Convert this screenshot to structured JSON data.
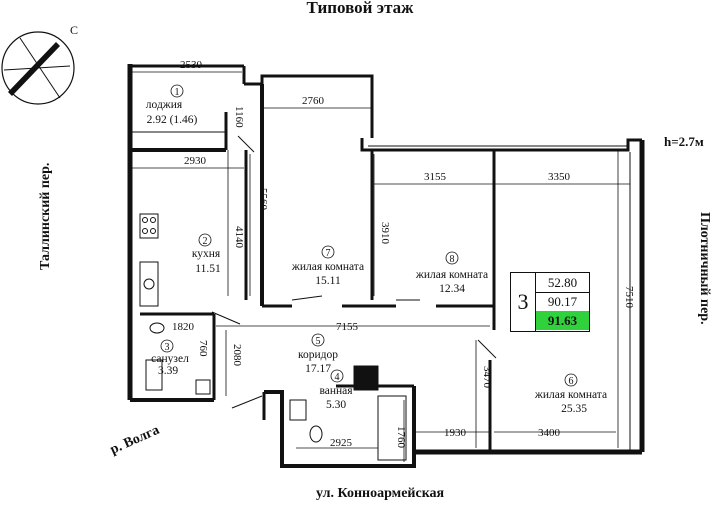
{
  "title": "Типовой этаж",
  "compass_letter": "С",
  "ceiling_height": "h=2.7м",
  "streets": {
    "left": "Таллинский пер.",
    "right": "Плотничный пер.",
    "bottom": "ул. Конноармейская",
    "river": "р. Волга"
  },
  "summary": {
    "rooms_count": "3",
    "living_area": "52.80",
    "area_without_loggia": "90.17",
    "total_area": "91.63",
    "highlight_color": "#2fd23a"
  },
  "rooms": [
    {
      "num": "1",
      "name": "лоджия",
      "area": "2.92 (1.46)"
    },
    {
      "num": "2",
      "name": "кухня",
      "area": "11.51"
    },
    {
      "num": "3",
      "name": "санузел",
      "area": "3.39"
    },
    {
      "num": "4",
      "name": "ванная",
      "area": "5.30"
    },
    {
      "num": "5",
      "name": "коридор",
      "area": "17.17"
    },
    {
      "num": "6",
      "name": "жилая комната",
      "area": "25.35"
    },
    {
      "num": "7",
      "name": "жилая комната",
      "area": "15.11"
    },
    {
      "num": "8",
      "name": "жилая комната",
      "area": "12.34"
    }
  ],
  "dimensions": {
    "d2530": "2530",
    "d1160": "1160",
    "d2760": "2760",
    "d2930": "2930",
    "d3155": "3155",
    "d3350": "3350",
    "d5560": "5560",
    "d4140": "4140",
    "d3910": "3910",
    "d7510": "7510",
    "d1820": "1820",
    "d760": "760",
    "d7155": "7155",
    "d2080": "2080",
    "d3470": "3470",
    "d1930": "1930",
    "d3400": "3400",
    "d2925": "2925",
    "d1760": "1760"
  }
}
